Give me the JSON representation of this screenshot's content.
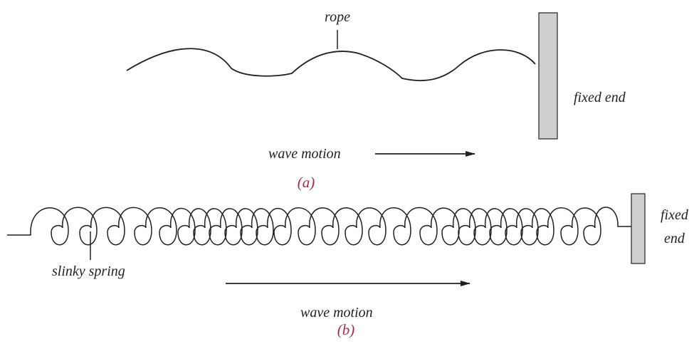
{
  "figure_a": {
    "rope_label": "rope",
    "fixed_end_label": "fixed end",
    "wave_motion_label": "wave motion",
    "caption": "(a)"
  },
  "figure_b": {
    "slinky_label": "slinky spring",
    "fixed_end_label_line1": "fixed",
    "fixed_end_label_line2": "end",
    "wave_motion_label": "wave motion",
    "caption": "(b)"
  },
  "colors": {
    "line": "#231f20",
    "wall_fill": "#cfcfcf",
    "caption": "#9b2d4c"
  }
}
